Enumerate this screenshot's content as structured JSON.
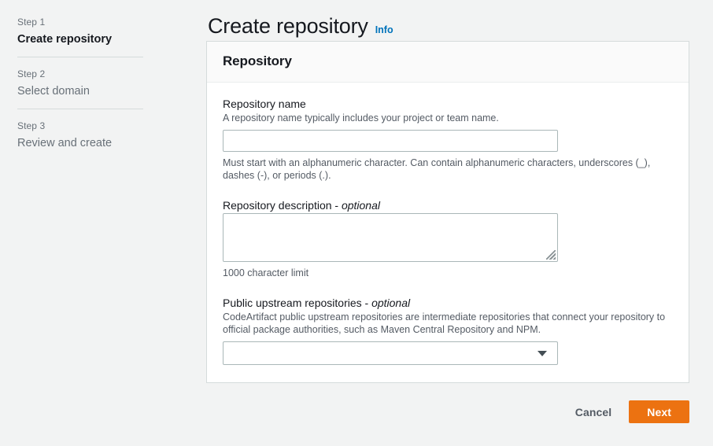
{
  "wizard": {
    "steps": [
      {
        "kicker": "Step 1",
        "title": "Create repository",
        "active": true
      },
      {
        "kicker": "Step 2",
        "title": "Select domain",
        "active": false
      },
      {
        "kicker": "Step 3",
        "title": "Review and create",
        "active": false
      }
    ]
  },
  "page": {
    "title": "Create repository",
    "info_label": "Info"
  },
  "card": {
    "header_title": "Repository"
  },
  "form": {
    "repository_name": {
      "label": "Repository name",
      "description": "A repository name typically includes your project or team name.",
      "value": "",
      "placeholder": "",
      "hint": "Must start with an alphanumeric character. Can contain alphanumeric characters, underscores (_), dashes (-), or periods (.)."
    },
    "repository_description": {
      "label_main": "Repository description - ",
      "label_optional": "optional",
      "value": "",
      "placeholder": "",
      "hint": "1000 character limit"
    },
    "public_upstream_repositories": {
      "label_main": "Public upstream repositories - ",
      "label_optional": "optional",
      "description": "CodeArtifact public upstream repositories are intermediate repositories that connect your repository to official package authorities, such as Maven Central Repository and NPM.",
      "selected_value": ""
    }
  },
  "footer": {
    "cancel_label": "Cancel",
    "next_label": "Next"
  },
  "colors": {
    "page_background": "#f2f3f3",
    "accent_orange": "#ec7211",
    "link_blue": "#0073bb",
    "text_primary": "#16191f",
    "text_secondary": "#545b64",
    "text_muted": "#687078",
    "border": "#d5dbdb",
    "input_border": "#aab7b8"
  }
}
